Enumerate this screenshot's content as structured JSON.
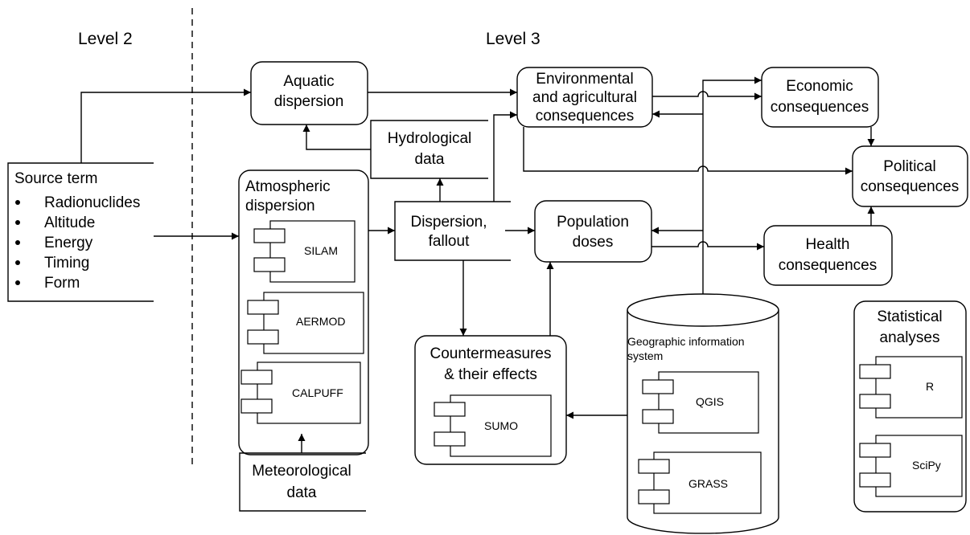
{
  "levels": {
    "level2": "Level 2",
    "level3": "Level 3"
  },
  "source_term": {
    "title": "Source term",
    "items": [
      "Radionuclides",
      "Altitude",
      "Energy",
      "Timing",
      "Form"
    ]
  },
  "atmospheric": {
    "title_line1": "Atmospheric",
    "title_line2": "dispersion",
    "components": [
      "SILAM",
      "AERMOD",
      "CALPUFF"
    ]
  },
  "aquatic": {
    "line1": "Aquatic",
    "line2": "dispersion"
  },
  "hydrological": {
    "line1": "Hydrological",
    "line2": "data"
  },
  "meteorological": {
    "line1": "Meteorological",
    "line2": "data"
  },
  "dispersion_fallout": {
    "line1": "Dispersion,",
    "line2": "fallout"
  },
  "population": {
    "line1": "Population",
    "line2": "doses"
  },
  "countermeasures": {
    "line1": "Countermeasures",
    "line2": "& their effects",
    "component": "SUMO"
  },
  "environmental": {
    "line1": "Environmental",
    "line2": "and agricultural",
    "line3": "consequences"
  },
  "economic": {
    "line1": "Economic",
    "line2": "consequences"
  },
  "political": {
    "line1": "Political",
    "line2": "consequences"
  },
  "health": {
    "line1": "Health",
    "line2": "consequences"
  },
  "gis": {
    "line1": "Geographic information",
    "line2": "system",
    "components": [
      "QGIS",
      "GRASS"
    ]
  },
  "statistical": {
    "line1": "Statistical",
    "line2": "analyses",
    "components": [
      "R",
      "SciPy"
    ]
  }
}
